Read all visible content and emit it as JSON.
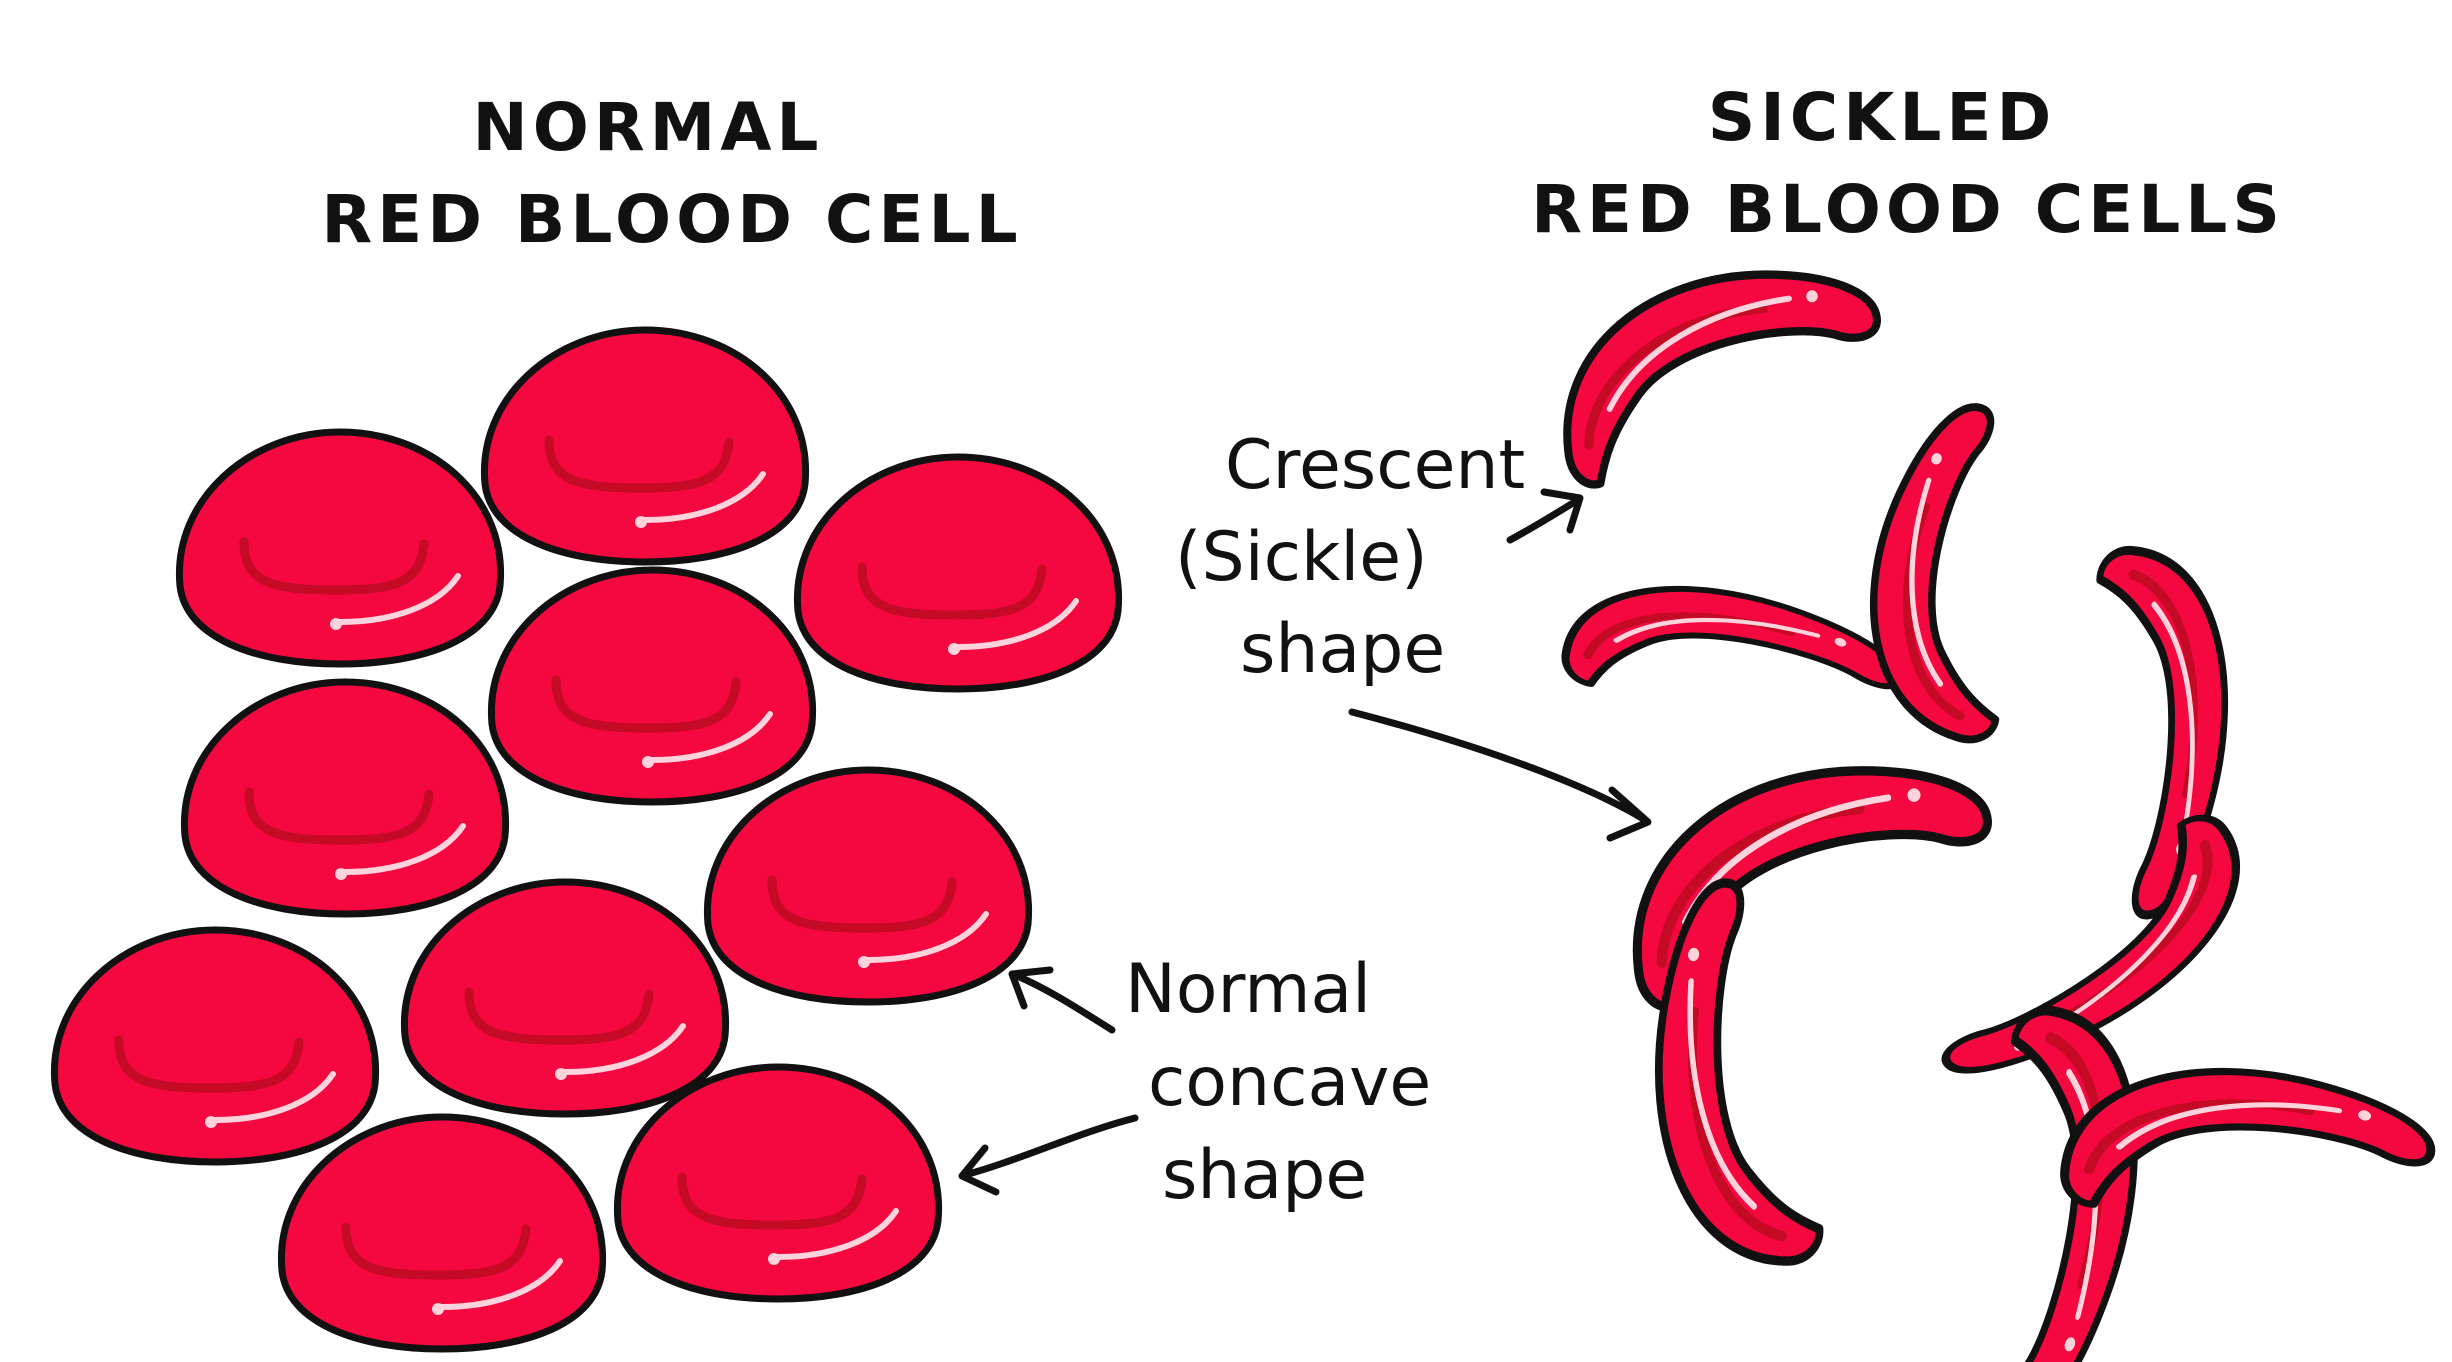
{
  "normal_section": {
    "title_line1": "NORMAL",
    "title_line2": "RED BLOOD CELL",
    "label_line1": "Normal",
    "label_line2": "concave",
    "label_line3": "shape"
  },
  "sickle_section": {
    "title_line1": "SICKLED",
    "title_line2": "RED BLOOD CELLS",
    "label_line1": "Crescent",
    "label_line2": "(Sickle)",
    "label_line3": "shape"
  },
  "colors": {
    "cell_fill": "#f5073f",
    "cell_shade": "#c40a24",
    "outline": "#111111",
    "highlight": "#ffd3dc"
  }
}
